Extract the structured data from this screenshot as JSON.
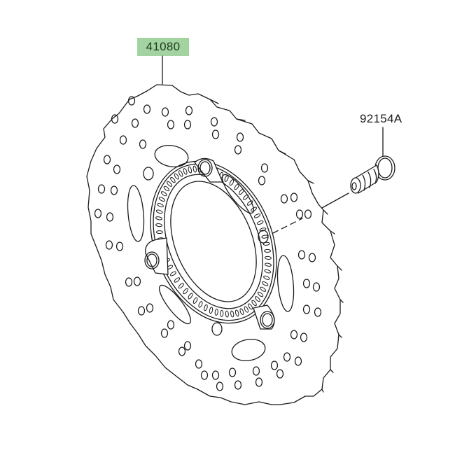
{
  "diagram": {
    "type": "exploded-parts-diagram",
    "parts": [
      {
        "part_number": "41080",
        "description_visual": "wave-edge brake disc with ABS sensor ring",
        "highlighted": true,
        "highlight_color": "#a3d3a0"
      },
      {
        "part_number": "92154A",
        "description_visual": "disc mounting bolt",
        "highlighted": false
      }
    ],
    "line_color": "#1a1a1a",
    "background": "#ffffff"
  }
}
